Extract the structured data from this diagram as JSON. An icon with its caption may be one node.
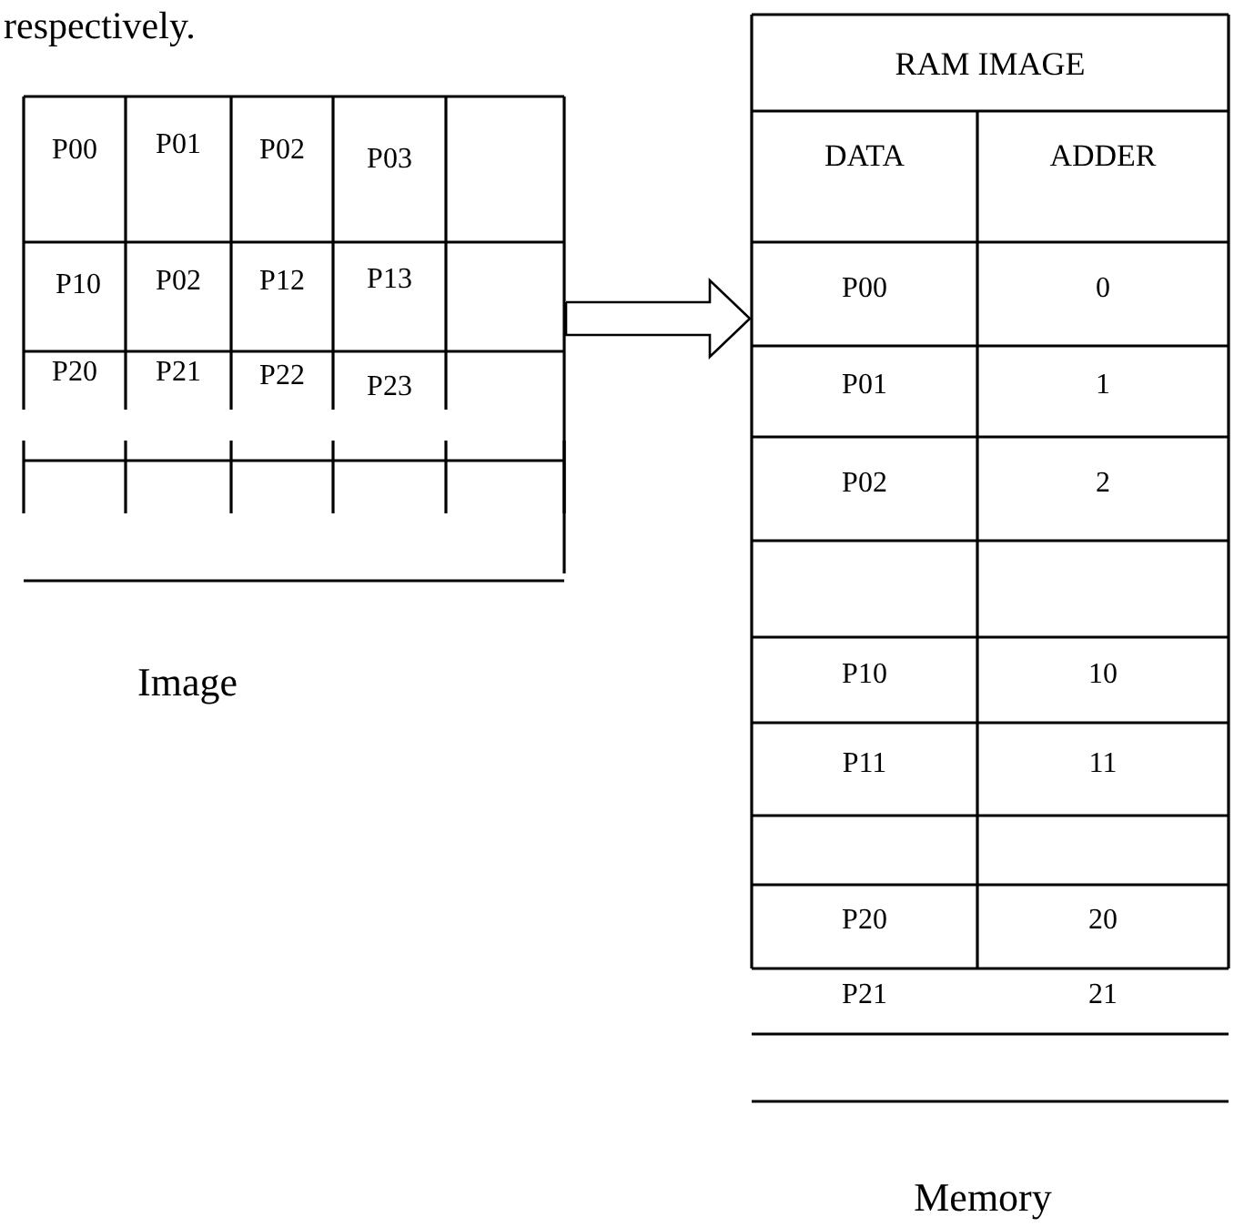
{
  "diagram": {
    "nodes": [
      {
        "text": [
          "P00",
          "P01",
          "P02",
          "P03",
          "P10",
          "P02",
          "P12",
          "P13",
          "P20",
          "P21",
          "P22",
          "P23"
        ],
        "beside": [
          "Image"
        ]
      },
      {
        "text": [
          "RAM IMAGE",
          "DATA",
          "ADDER",
          "P00",
          "0",
          "P01",
          "1",
          "P02",
          "2",
          "P10",
          "10",
          "P11",
          "11",
          "P20",
          "20",
          "P21",
          "21"
        ],
        "beside": [
          "Memory"
        ]
      }
    ],
    "edges": [
      {
        "from": 0,
        "to": 1,
        "arrow": "to"
      }
    ],
    "labels": [
      "respectively."
    ]
  }
}
